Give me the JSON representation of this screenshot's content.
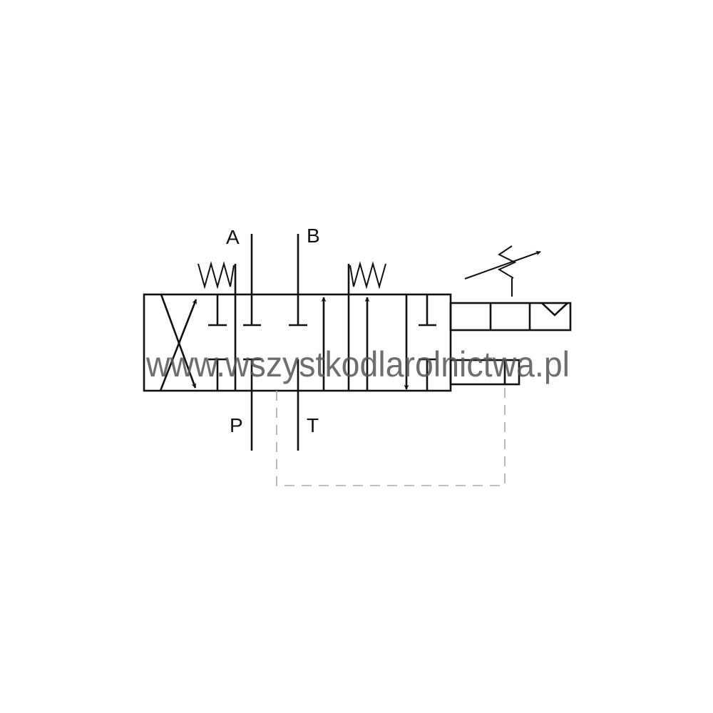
{
  "ports": {
    "a": "A",
    "b": "B",
    "p": "P",
    "t": "T"
  },
  "watermark": "www.wszystkodlarolnictwa.pl",
  "colors": {
    "line": "#111111",
    "pilot_line": "#aaaaaa",
    "watermark": "#555555"
  }
}
